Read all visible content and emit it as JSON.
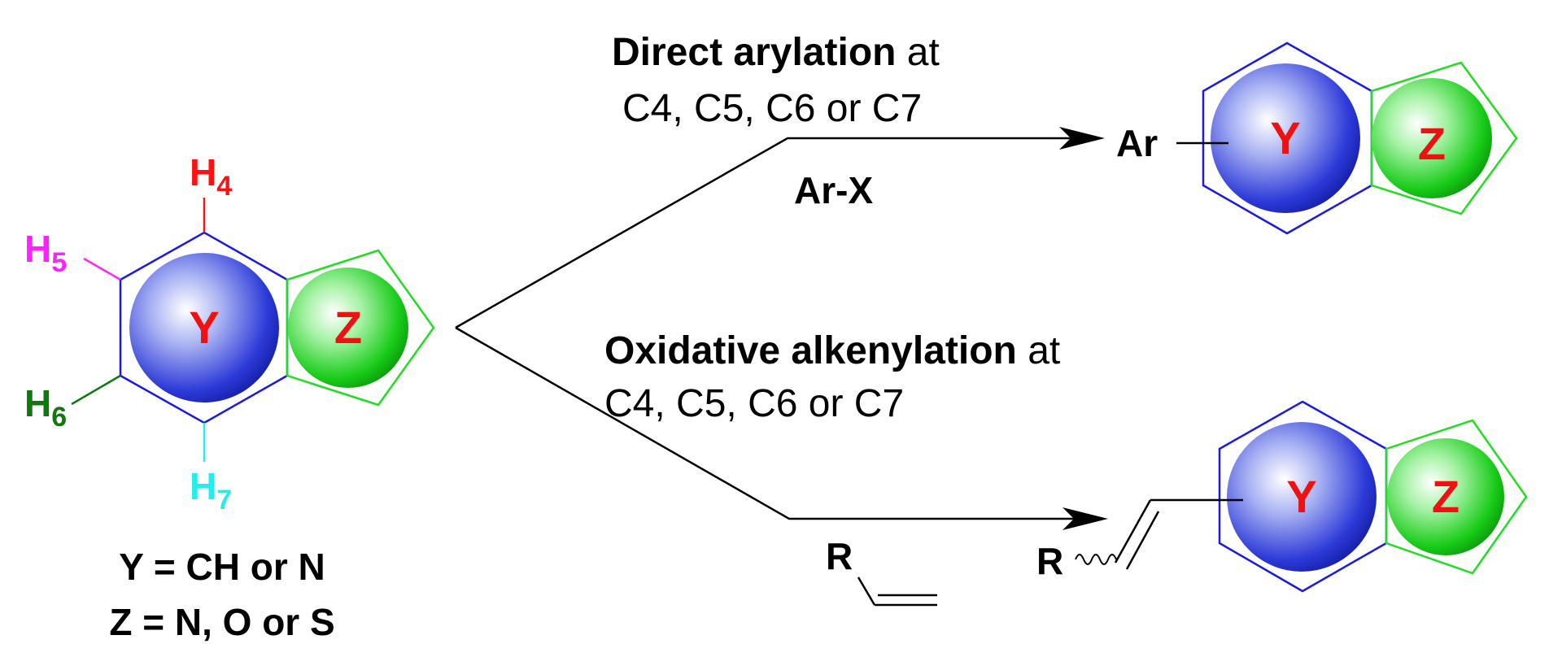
{
  "colors": {
    "blue_ring": "#1a1ae6",
    "green_ring": "#22dd22",
    "h4": "#ff1111",
    "h5": "#ff22ff",
    "h6": "#117711",
    "h7": "#22eeee",
    "ring_letter": "#ee1111",
    "black": "#000000"
  },
  "start": {
    "ring_y": "Y",
    "ring_z": "Z",
    "h4": {
      "base": "H",
      "sub": "4"
    },
    "h5": {
      "base": "H",
      "sub": "5"
    },
    "h6": {
      "base": "H",
      "sub": "6"
    },
    "h7": {
      "base": "H",
      "sub": "7"
    },
    "legend_line1": "Y = CH or N",
    "legend_line2": "Z = N, O or S"
  },
  "top_reaction": {
    "title_bold": "Direct arylation",
    "title_rest": " at",
    "positions": "C4, C5, C6 or C7",
    "reagent": "Ar-X",
    "product_substituent": "Ar",
    "ring_y": "Y",
    "ring_z": "Z"
  },
  "bottom_reaction": {
    "title_bold": "Oxidative alkenylation",
    "title_rest": " at",
    "positions": "C4, C5, C6 or C7",
    "reagent_r": "R",
    "product_r": "R",
    "ring_y": "Y",
    "ring_z": "Z"
  }
}
